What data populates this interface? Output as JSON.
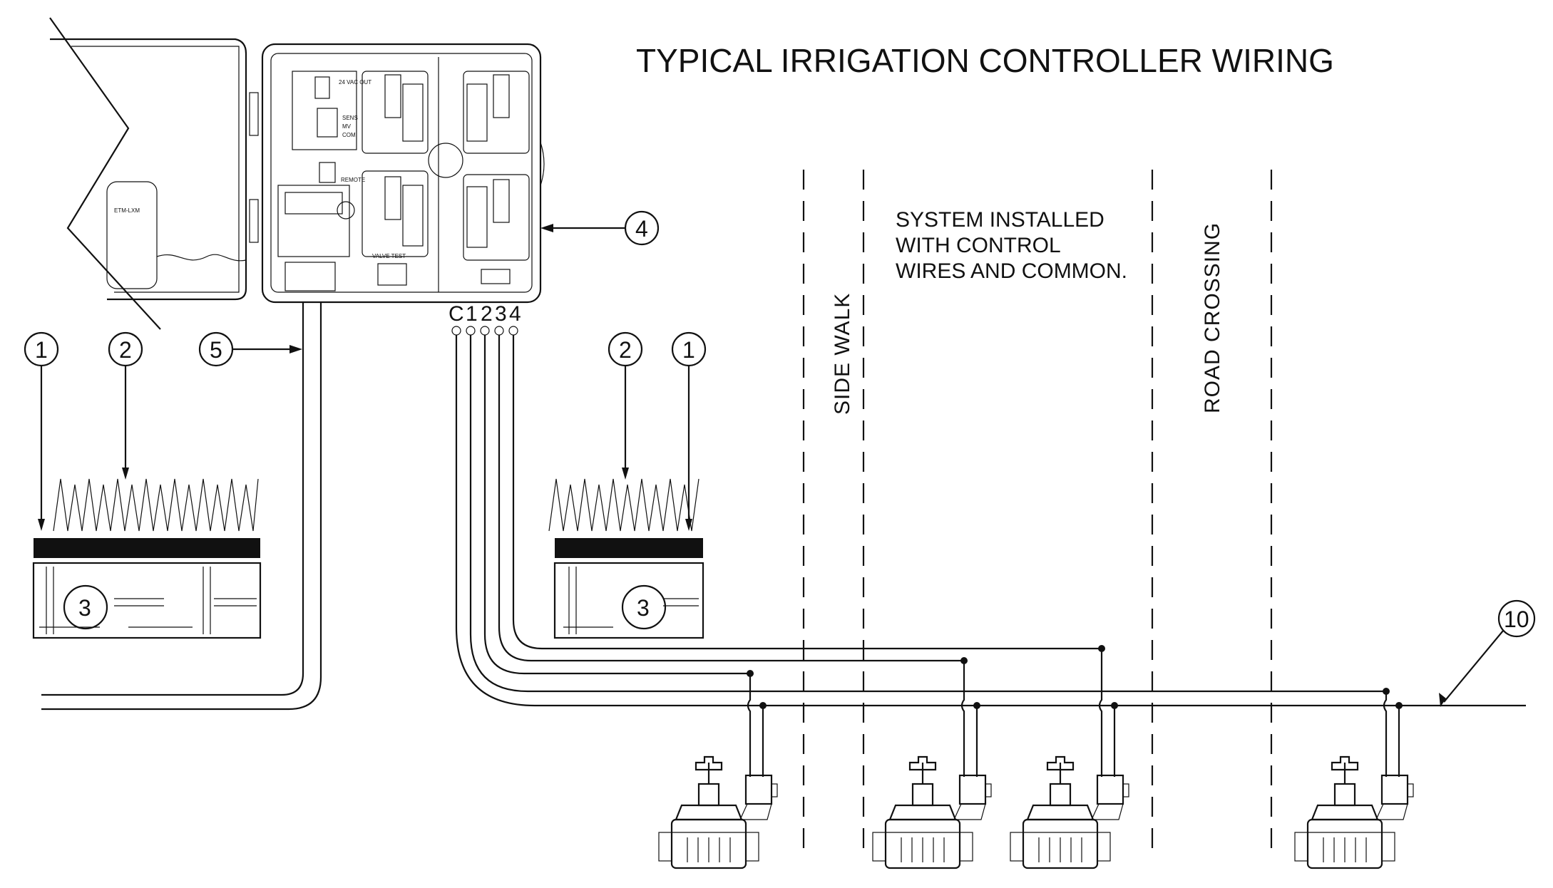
{
  "title": "TYPICAL IRRIGATION CONTROLLER WIRING",
  "note_lines": [
    "SYSTEM INSTALLED",
    "WITH CONTROL",
    "WIRES AND COMMON."
  ],
  "zones": {
    "sidewalk": "SIDE  WALK",
    "road": "ROAD  CROSSING"
  },
  "terminal_labels": [
    "C",
    "1",
    "2",
    "3",
    "4"
  ],
  "callouts": {
    "c1_left": "1",
    "c2_left": "2",
    "c3_left": "3",
    "c5": "5",
    "c4": "4",
    "c2_right": "2",
    "c1_right": "1",
    "c3_right": "3",
    "c10": "10"
  },
  "controller_labels": {
    "vac_out": "24 VAC OUT",
    "sens": "SENS",
    "mv": "MV",
    "com": "COM",
    "remote": "REMOTE",
    "valve_test": "VALVE TEST",
    "module": "ETM-LXM"
  },
  "colors": {
    "line": "#111111",
    "background": "#ffffff"
  }
}
